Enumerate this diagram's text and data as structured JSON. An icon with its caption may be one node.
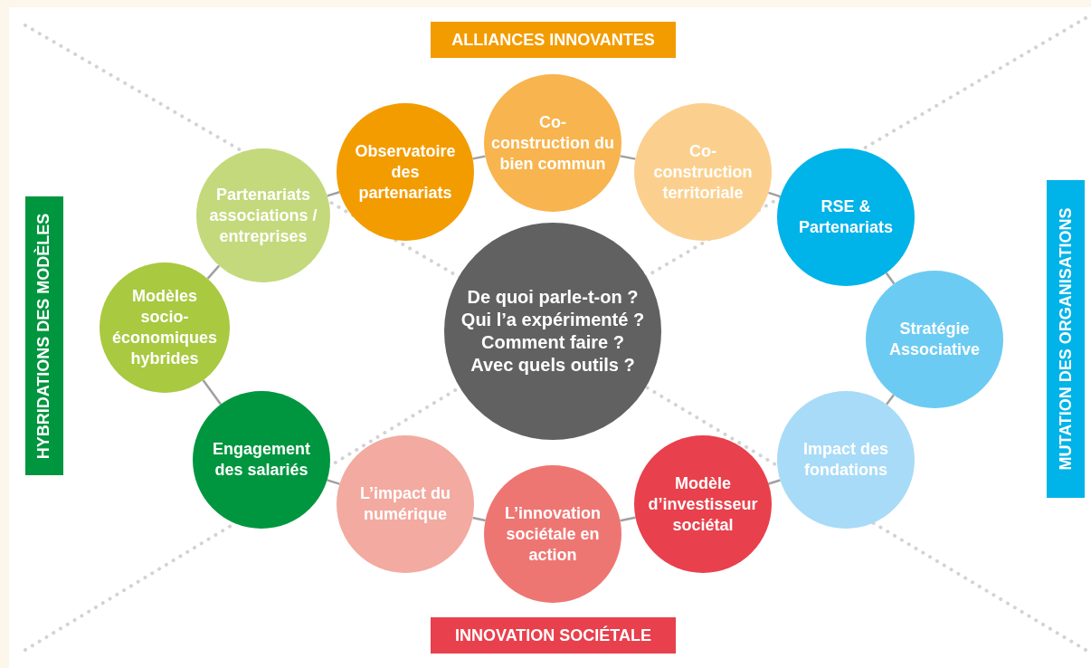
{
  "diagram": {
    "nodes": [
      {
        "text": [
          "ALLIANCES INNOVANTES"
        ]
      },
      {
        "text": [
          "HYBRIDATIONS DES MODÈLES"
        ]
      },
      {
        "text": [
          "MUTATION DES ORGANISATIONS"
        ]
      },
      {
        "text": [
          "INNOVATION SOCIÉTALE"
        ]
      },
      {
        "text": [
          "Observatoire des partenariats"
        ]
      },
      {
        "text": [
          "Co-construction du bien commun"
        ]
      },
      {
        "text": [
          "Co-construction territoriale"
        ]
      },
      {
        "text": [
          "RSE & Partenariats"
        ]
      },
      {
        "text": [
          "Stratégie Associative"
        ]
      },
      {
        "text": [
          "Impact des fondations"
        ]
      },
      {
        "text": [
          "Modèle d’investisseur sociétal"
        ]
      },
      {
        "text": [
          "L’innovation sociétale en action"
        ]
      },
      {
        "text": [
          "L’impact du numérique"
        ]
      },
      {
        "text": [
          "Engagement des salariés"
        ]
      },
      {
        "text": [
          "Modèles socio-économiques hybrides"
        ]
      },
      {
        "text": [
          "Partenariats associations / entreprises"
        ]
      },
      {
        "text": [
          "De quoi parle-t-on ?",
          "Qui l’a expérimenté ?",
          "Comment faire ?",
          "Avec quels outils ?"
        ]
      }
    ],
    "edges": [
      {
        "from": 4,
        "to": 5,
        "arrow": "none"
      },
      {
        "from": 5,
        "to": 6,
        "arrow": "none"
      },
      {
        "from": 6,
        "to": 7,
        "arrow": "none"
      },
      {
        "from": 7,
        "to": 8,
        "arrow": "none"
      },
      {
        "from": 8,
        "to": 9,
        "arrow": "none"
      },
      {
        "from": 9,
        "to": 10,
        "arrow": "none"
      },
      {
        "from": 10,
        "to": 11,
        "arrow": "none"
      },
      {
        "from": 11,
        "to": 12,
        "arrow": "none"
      },
      {
        "from": 12,
        "to": 13,
        "arrow": "none"
      },
      {
        "from": 13,
        "to": 14,
        "arrow": "none"
      },
      {
        "from": 14,
        "to": 15,
        "arrow": "none"
      },
      {
        "from": 15,
        "to": 4,
        "arrow": "none"
      }
    ]
  }
}
